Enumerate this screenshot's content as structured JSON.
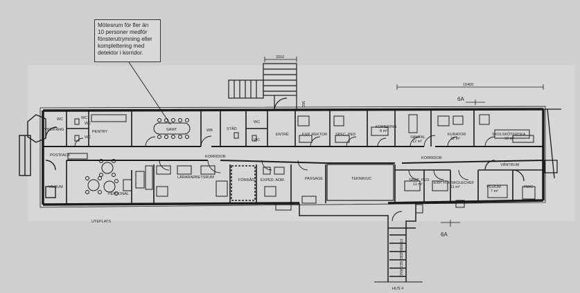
{
  "callout": {
    "lines": [
      "Mötesrum för fler än",
      "10 personer medför",
      "fönsterutrymning eller",
      "komplettering med",
      "detektor i korridor."
    ]
  },
  "dimensions": {
    "stair_width": "3310",
    "top_length": "15400",
    "small_dim": "560"
  },
  "section_marks": {
    "top": "6A",
    "bottom": "6A"
  },
  "rooms": {
    "vindfang": "VINDFÅNG",
    "wc": "WC",
    "pentry": "PENTRY",
    "samt_big": "SAMT",
    "wb": "WB",
    "stad": "STÄD",
    "entre": "ENTRÉ",
    "exp_rektor": "EXP. REKTOR",
    "spec_ped_top": "SPEC. PED",
    "kopiering": "KOPIERING",
    "kopiering_area": "8 m²",
    "samtal": "SAMTAL",
    "samtal_area": "12 m²",
    "kurator": "KURATOR",
    "kurator_area": "12 m²",
    "skolskoterska": "SKOLSKÖTERSKA",
    "skolskoterska_area": "18 m²",
    "postfack": "POSTFACK",
    "vilrum_left": "VILRUM",
    "personal": "PERSONAL",
    "korridor_left": "KORRIDOR",
    "lararbetsrum": "LÄRARARBETSRUM",
    "forrad": "FÖRRÅD",
    "exped_adm": "EXPED. ADM.",
    "passage": "PASSAGE",
    "teknik": "TEKNIK/UC",
    "korridor_right": "KORRIDOR",
    "spec_ped_bottom": "SPEC. PED.",
    "spec_ped_bottom_area": "11 m²",
    "exp_forskoleche": "EXP. FÖRSKOLECHEF",
    "exp_forskoleche_area": "11 m²",
    "vantrum": "VÄNTRUM",
    "vilrum_right": "VILRUM",
    "vilrum_right_area": "7 m²",
    "rwc": "RWC",
    "uteplats": "UTEPLATS",
    "forbindelsegang": "FÖRBINDELSEGÅNG",
    "hus": "HUS 4"
  }
}
